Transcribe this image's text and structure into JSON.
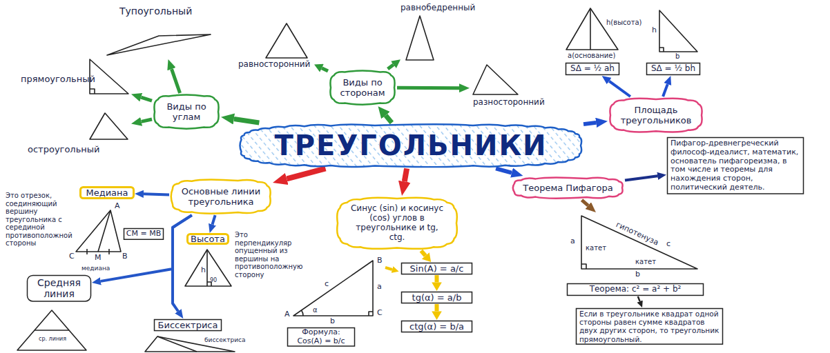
{
  "diagram": {
    "nodes": [
      {
        "text": [
          "ТРЕУГОЛЬНИКИ"
        ]
      },
      {
        "text": [
          "Виды по углам"
        ]
      },
      {
        "text": [
          "Виды по сторонам"
        ]
      },
      {
        "text": [
          "Площадь треугольников"
        ]
      },
      {
        "text": [
          "Теорема Пифагора"
        ]
      },
      {
        "text": [
          "Основные линии треугольника"
        ]
      },
      {
        "text": [
          "Синус (sin) и косинус (cos) углов в треугольнике и tg, ctg."
        ]
      },
      {
        "text": [
          "Тупоугольный"
        ]
      },
      {
        "text": [
          "прямоугольный"
        ]
      },
      {
        "text": [
          "остроугольный"
        ]
      },
      {
        "text": [
          "равносторонний"
        ]
      },
      {
        "text": [
          "равнобедренный"
        ]
      },
      {
        "text": [
          "разносторонний"
        ]
      },
      {
        "text": [
          "SΔ = ½ ah"
        ]
      },
      {
        "text": [
          "SΔ = ½ bh"
        ]
      },
      {
        "text": [
          "Пифагор-древнегреческий философ-идеалист, математик, основатель пифагореизма, в том числе и теоремы для нахождения сторон, политический деятель."
        ]
      },
      {
        "text": [
          "гипотенуза",
          "c",
          "a",
          "катет",
          "катет",
          "b"
        ]
      },
      {
        "text": [
          "Теорема: c² = a² + b²"
        ]
      },
      {
        "text": [
          "Если в треугольнике квадрат одной стороны равен сумме квадратов двух других сторон, то треугольник прямоугольный."
        ]
      },
      {
        "text": [
          "Медиана"
        ]
      },
      {
        "text": [
          "CM = MB"
        ]
      },
      {
        "text": [
          "Высота"
        ]
      },
      {
        "text": [
          "Средняя линия"
        ]
      },
      {
        "text": [
          "Биссектриса"
        ]
      },
      {
        "text": [
          "Sin(A) = a/c"
        ]
      },
      {
        "text": [
          "tg(α) = a/b"
        ]
      },
      {
        "text": [
          "ctg(α) = b/a"
        ]
      },
      {
        "text": [
          "Формула: Cos(A) = b/c"
        ]
      }
    ],
    "edges": [
      {
        "from": 0,
        "to": 1,
        "arrow": "to"
      },
      {
        "from": 0,
        "to": 2,
        "arrow": "to"
      },
      {
        "from": 0,
        "to": 3,
        "arrow": "to"
      },
      {
        "from": 0,
        "to": 4,
        "arrow": "to"
      },
      {
        "from": 0,
        "to": 5,
        "arrow": "to"
      },
      {
        "from": 0,
        "to": 6,
        "arrow": "to"
      },
      {
        "from": 1,
        "to": 7,
        "arrow": "to"
      },
      {
        "from": 1,
        "to": 8,
        "arrow": "to"
      },
      {
        "from": 1,
        "to": 9,
        "arrow": "to"
      },
      {
        "from": 2,
        "to": 10,
        "arrow": "to"
      },
      {
        "from": 2,
        "to": 11,
        "arrow": "to"
      },
      {
        "from": 2,
        "to": 12,
        "arrow": "to"
      },
      {
        "from": 3,
        "to": 13,
        "arrow": "to"
      },
      {
        "from": 3,
        "to": 14,
        "arrow": "to"
      },
      {
        "from": 4,
        "to": 15,
        "arrow": "to"
      },
      {
        "from": 4,
        "to": 16,
        "arrow": "to"
      },
      {
        "from": 17,
        "to": 18,
        "arrow": "to"
      },
      {
        "from": 5,
        "to": 19,
        "arrow": "to"
      },
      {
        "from": 5,
        "to": 21,
        "arrow": "to"
      },
      {
        "from": 5,
        "to": 22,
        "arrow": "to"
      },
      {
        "from": 5,
        "to": 23,
        "arrow": "to"
      },
      {
        "from": 6,
        "to": 24,
        "arrow": "to"
      },
      {
        "from": 24,
        "to": 25,
        "arrow": "to"
      },
      {
        "from": 25,
        "to": 26,
        "arrow": "to"
      }
    ],
    "labels": [
      "h(высота)",
      "a(основание)",
      "h",
      "b",
      "Это отрезок, соединяющий вершину треугольника с серединой противоположной стороны",
      "A",
      "C",
      "M",
      "B",
      "медиана",
      "Это перпендикуляр опущенный из вершины на противоположную сторону",
      "h",
      "90",
      "ср. линия",
      "биссектриса",
      "B",
      "C",
      "A",
      "α",
      "a",
      "b",
      "c"
    ]
  }
}
